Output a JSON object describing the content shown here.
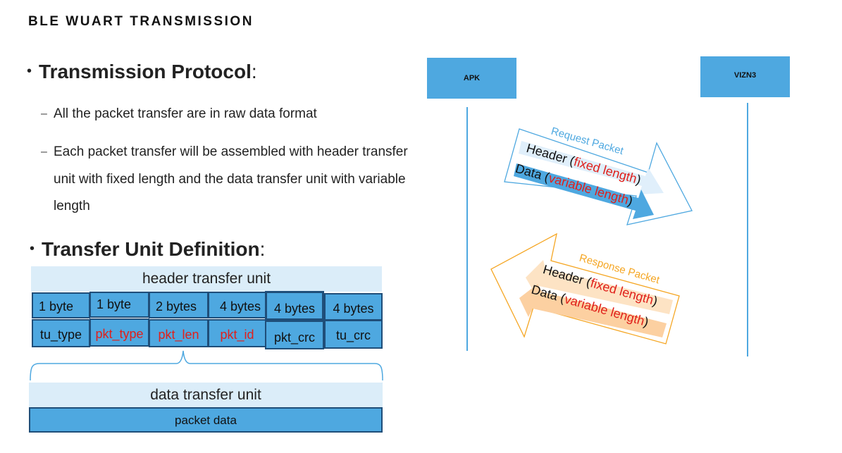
{
  "title": "BLE WUART TRANSMISSION",
  "sections": [
    {
      "heading": "Transmission Protocol",
      "colon": ":",
      "points": [
        "All the packet transfer are in raw data format",
        "Each packet transfer will be assembled with header transfer unit with fixed length and the data transfer unit with variable length"
      ]
    },
    {
      "heading": "Transfer Unit Definition",
      "colon": ":"
    }
  ],
  "bullet_symbol": "•",
  "dash_symbol": "–",
  "transfer_unit": {
    "header_label": "header transfer unit",
    "sizes": [
      "1 byte",
      "1 byte",
      "2 bytes",
      "4 bytes",
      "4 bytes",
      "4 bytes"
    ],
    "fields": [
      {
        "name": "tu_type",
        "highlight": false
      },
      {
        "name": "pkt_type",
        "highlight": true
      },
      {
        "name": "pkt_len",
        "highlight": true
      },
      {
        "name": "pkt_id",
        "highlight": true
      },
      {
        "name": "pkt_crc",
        "highlight": false
      },
      {
        "name": "tu_crc",
        "highlight": false
      }
    ],
    "data_label": "data transfer unit",
    "data_content": "packet data"
  },
  "sequence": {
    "left_party": "APK",
    "right_party": "VIZN3",
    "request": {
      "label": "Request Packet",
      "header_text": "Header (",
      "header_em": "fixed length",
      "data_text": "Data (",
      "data_em": "variable length",
      "close": ")"
    },
    "response": {
      "label": "Response Packet",
      "header_text": "Header (",
      "header_em": "fixed length",
      "data_text": "Data (",
      "data_em": "variable length",
      "close": ")"
    }
  },
  "colors": {
    "accent_blue": "#4ea8e0",
    "light_blue": "#dbedf9",
    "dark_border": "#1f4e79",
    "highlight_red": "#e0201b",
    "response_orange": "#f5a623",
    "response_light": "#fde3c4"
  }
}
